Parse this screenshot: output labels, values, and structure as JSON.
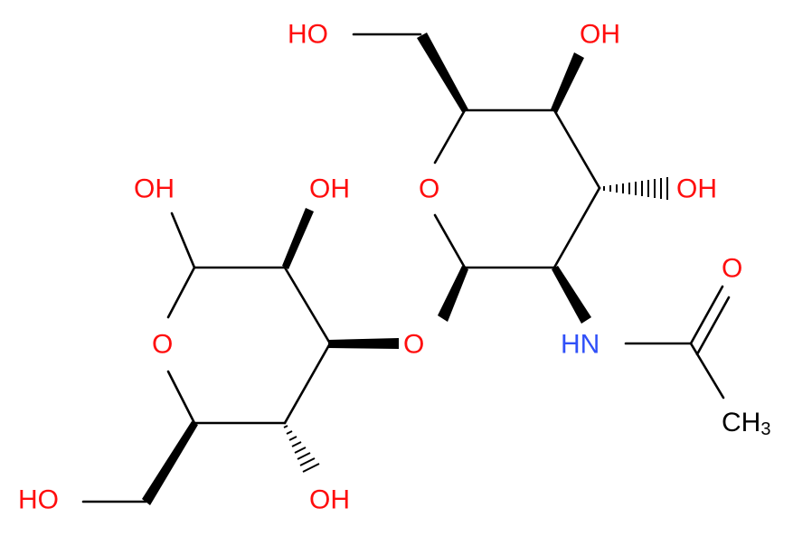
{
  "colors": {
    "oxygen": "#ff0d0d",
    "nitrogen": "#3050f8",
    "carbon": "#000000",
    "bond": "#000000",
    "background": "#ffffff"
  },
  "labels": {
    "ring1_oxygen": "O",
    "ring2_oxygen": "O",
    "bridge_oxygen": "O",
    "carbonyl_oxygen": "O",
    "anomeric_oh": "OH",
    "c2_oh": "OH",
    "c4_oh": "OH",
    "c6_oh": "HO",
    "c6p_oh": "HO",
    "c4p_oh": "OH",
    "c3p_oh": "OH",
    "amide_nh": "HN",
    "methyl_c": "CH",
    "methyl_sub": "3"
  }
}
